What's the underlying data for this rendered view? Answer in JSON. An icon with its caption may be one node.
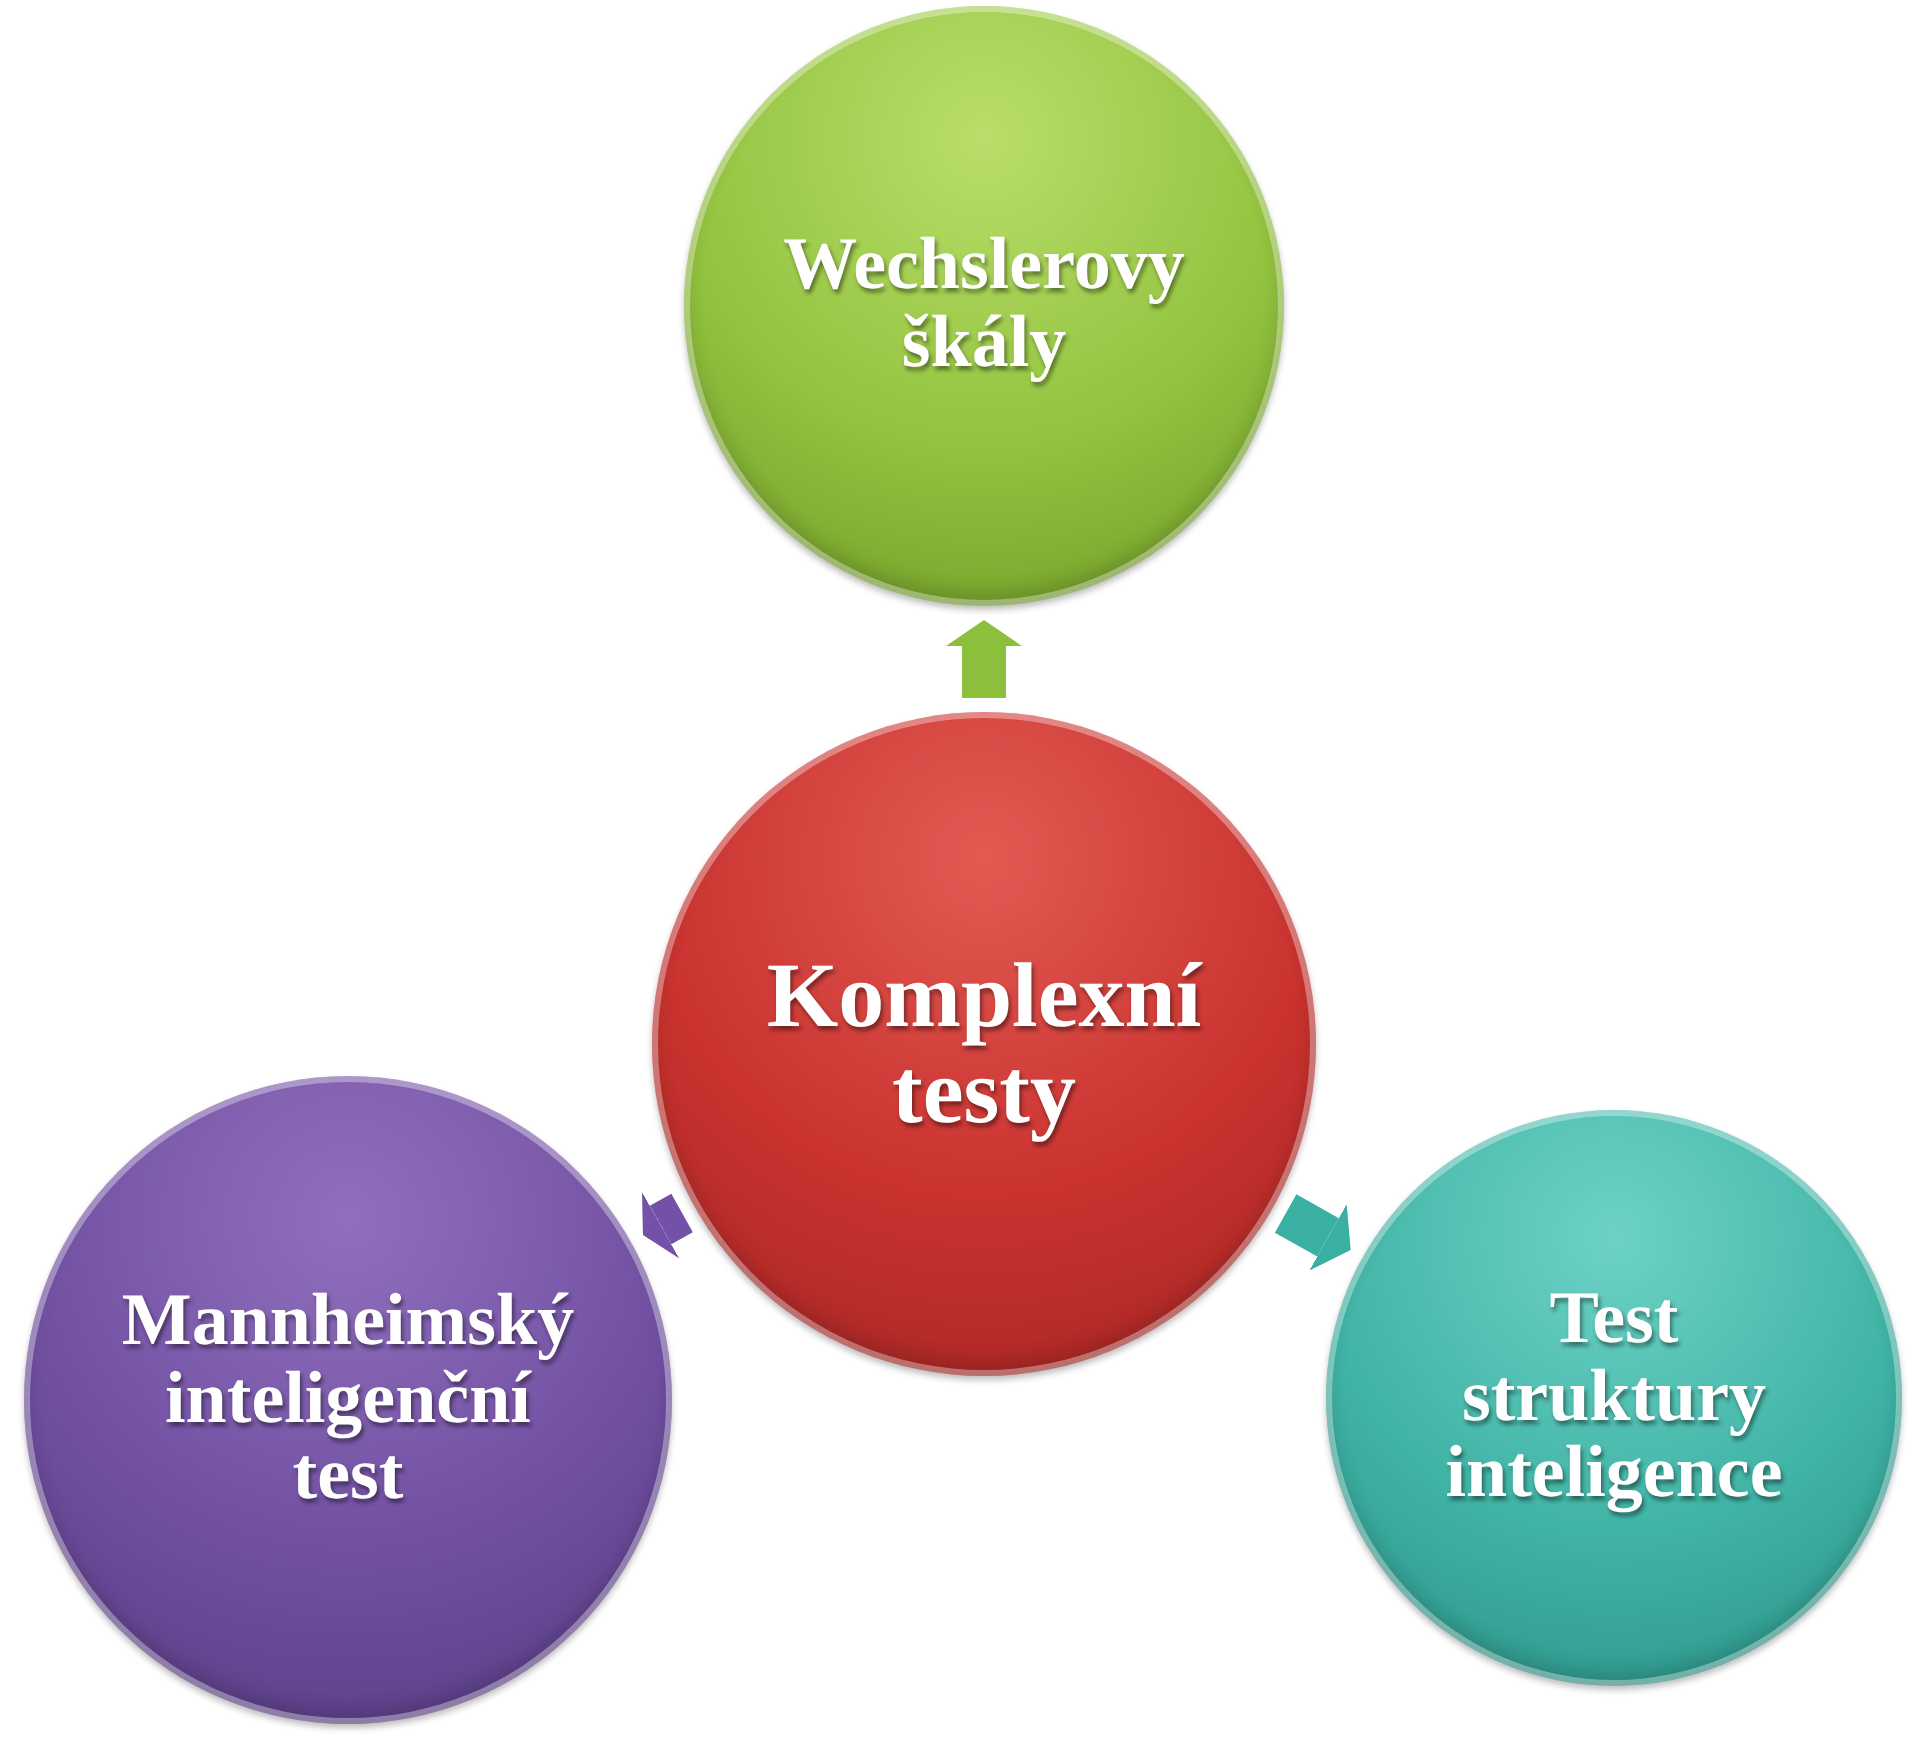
{
  "diagram": {
    "nodes": [
      {
        "text": [
          "Wechslerovy škály"
        ]
      },
      {
        "text": [
          "Komplexní testy"
        ]
      },
      {
        "text": [
          "Mannheimský inteligenční test"
        ]
      },
      {
        "text": [
          "Test struktury inteligence"
        ]
      }
    ],
    "edges": [
      {
        "from": 1,
        "to": 0,
        "arrow": "to",
        "color": "#8cbf3c"
      },
      {
        "from": 1,
        "to": 2,
        "arrow": "to",
        "color": "#7451a8"
      },
      {
        "from": 1,
        "to": 3,
        "arrow": "to",
        "color": "#3ab0a2"
      }
    ]
  }
}
